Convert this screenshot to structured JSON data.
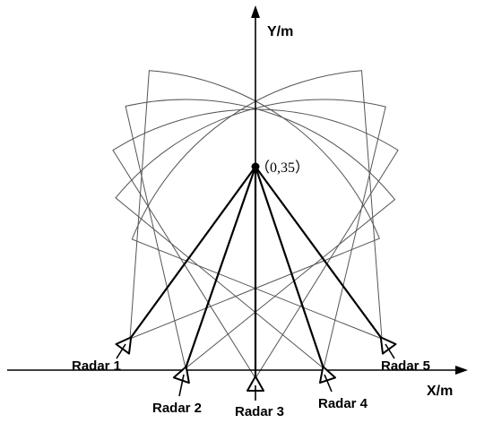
{
  "diagram": {
    "axes": {
      "x_label": "X/m",
      "y_label": "Y/m"
    },
    "target": {
      "label": "（0,35）"
    },
    "radars": [
      {
        "label": "Radar 1"
      },
      {
        "label": "Radar 2"
      },
      {
        "label": "Radar 3"
      },
      {
        "label": "Radar 4"
      },
      {
        "label": "Radar 5"
      }
    ]
  }
}
